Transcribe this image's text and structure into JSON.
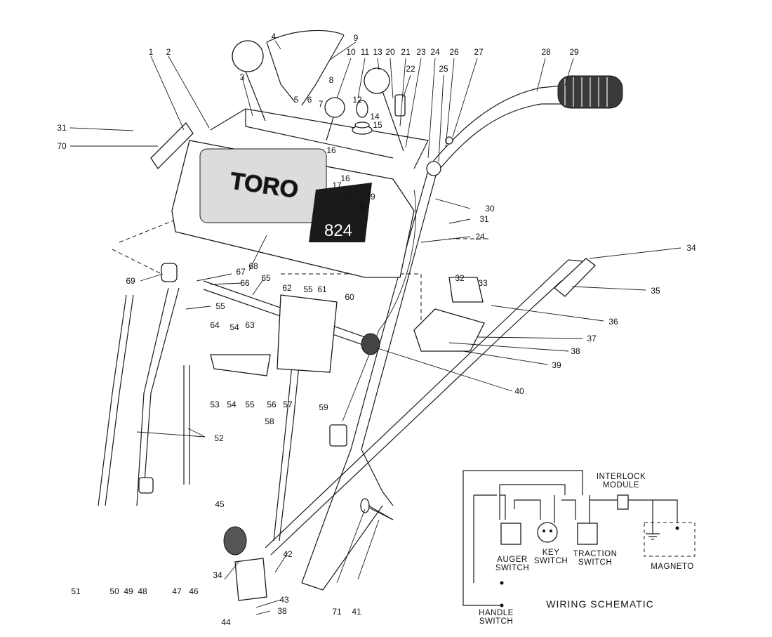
{
  "diagram": {
    "brand": "TORO",
    "model": "824",
    "part_callouts": [
      "1",
      "2",
      "3",
      "4",
      "5",
      "6",
      "7",
      "8",
      "9",
      "10",
      "11",
      "12",
      "13",
      "14",
      "15",
      "16",
      "16",
      "16",
      "17",
      "18",
      "19",
      "20",
      "21",
      "22",
      "23",
      "24",
      "24",
      "25",
      "26",
      "27",
      "28",
      "29",
      "30",
      "31",
      "31",
      "32",
      "33",
      "34",
      "34",
      "35",
      "36",
      "37",
      "38",
      "38",
      "39",
      "40",
      "41",
      "42",
      "43",
      "44",
      "45",
      "46",
      "47",
      "48",
      "49",
      "50",
      "51",
      "52",
      "53",
      "54",
      "54",
      "55",
      "55",
      "55",
      "56",
      "57",
      "58",
      "59",
      "60",
      "61",
      "62",
      "63",
      "64",
      "65",
      "66",
      "67",
      "68",
      "69",
      "70",
      "71"
    ]
  },
  "wiring": {
    "title": "WIRING SCHEMATIC",
    "interlock_module": "INTERLOCK MODULE",
    "auger_switch": "AUGER SWITCH",
    "key_switch": "KEY SWITCH",
    "traction_switch": "TRACTION SWITCH",
    "magneto": "MAGNETO",
    "handle_switch": "HANDLE SWITCH"
  }
}
